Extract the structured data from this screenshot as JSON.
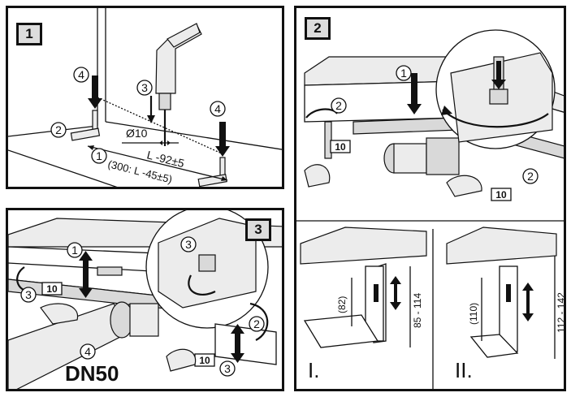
{
  "panels": {
    "p1": {
      "step": "1",
      "labels": {
        "n4a": "4",
        "n4b": "4",
        "n3": "3",
        "n2": "2",
        "n1": "1",
        "dia": "Ø10",
        "length": "L -92±5",
        "alt": "(300: L -45±5)"
      }
    },
    "p2": {
      "step": "2",
      "labels": {
        "n1": "1",
        "n2a": "2",
        "n2b": "2",
        "tool_a": "10",
        "tool_b": "10",
        "variant1": "I.",
        "variant2": "II.",
        "dimA_inner": "(82)",
        "dimA_outer": "85 - 114",
        "dimB_inner": "(110)",
        "dimB_outer": "112 - 142"
      }
    },
    "p3": {
      "step": "3",
      "labels": {
        "n1": "1",
        "n3a": "3",
        "n3b": "3",
        "n3c": "3",
        "n2": "2",
        "n4": "4",
        "tool_a": "10",
        "tool_b": "10",
        "pipe": "DN50"
      }
    }
  }
}
